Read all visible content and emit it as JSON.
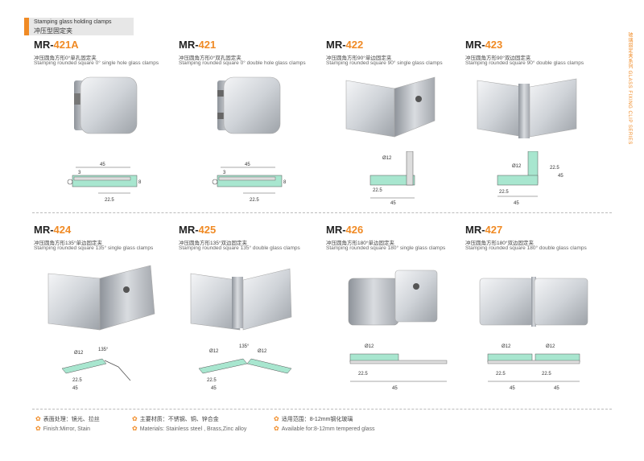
{
  "header": {
    "title_en": "Stamping glass holding clamps",
    "title_cn": "冲压型固定夹"
  },
  "side_text": "玻璃固定夹系列 GLASS FIXING CLIP SERIES",
  "products": [
    {
      "code_prefix": "MR-",
      "code_num": "421A",
      "cn": "冲压圆角方形0°单孔固定夹",
      "en": "Stamping rounded square 0° single hole glass clamps"
    },
    {
      "code_prefix": "MR-",
      "code_num": "421",
      "cn": "冲压圆角方形0°双孔固定夹",
      "en": "Stamping rounded square 0° double hole glass clamps"
    },
    {
      "code_prefix": "MR-",
      "code_num": "422",
      "cn": "冲压圆角方形90°单边固定夹",
      "en": "Stamping rounded square 90° single glass clamps"
    },
    {
      "code_prefix": "MR-",
      "code_num": "423",
      "cn": "冲压圆角方形90°双边固定夹",
      "en": "Stamping rounded square 90° double glass clamps"
    },
    {
      "code_prefix": "MR-",
      "code_num": "424",
      "cn": "冲压圆角方形135°单边固定夹",
      "en": "Stamping rounded square 135° single glass clamps"
    },
    {
      "code_prefix": "MR-",
      "code_num": "425",
      "cn": "冲压圆角方形135°双边固定夹",
      "en": "Stamping rounded square 135° double glass clamps"
    },
    {
      "code_prefix": "MR-",
      "code_num": "426",
      "cn": "冲压圆角方形180°单边固定夹",
      "en": "Stamping rounded square 180° single glass clamps"
    },
    {
      "code_prefix": "MR-",
      "code_num": "427",
      "cn": "冲压圆角方形180°双边固定夹",
      "en": "Stamping rounded square 180° double glass clamps"
    }
  ],
  "dims": {
    "d45": "45",
    "d225": "22.5",
    "d3": "3",
    "d8": "8",
    "d12": "Ø12",
    "a135": "135°"
  },
  "features": {
    "finish_cn": "表面处理：镜光、拉丝",
    "finish_en": "Finish:Mirror, Stain",
    "material_cn": "主要材质：不锈钢、铜、锌合金",
    "material_en": "Materials: Stainless steel , Brass,Zinc alloy",
    "use_cn": "适用范围：8-12mm钢化玻璃",
    "use_en": "Available for:8-12mm tempered glass"
  },
  "colors": {
    "accent": "#f08a24",
    "glass": "#a8e6cf",
    "metal": "#d6d9dd"
  }
}
